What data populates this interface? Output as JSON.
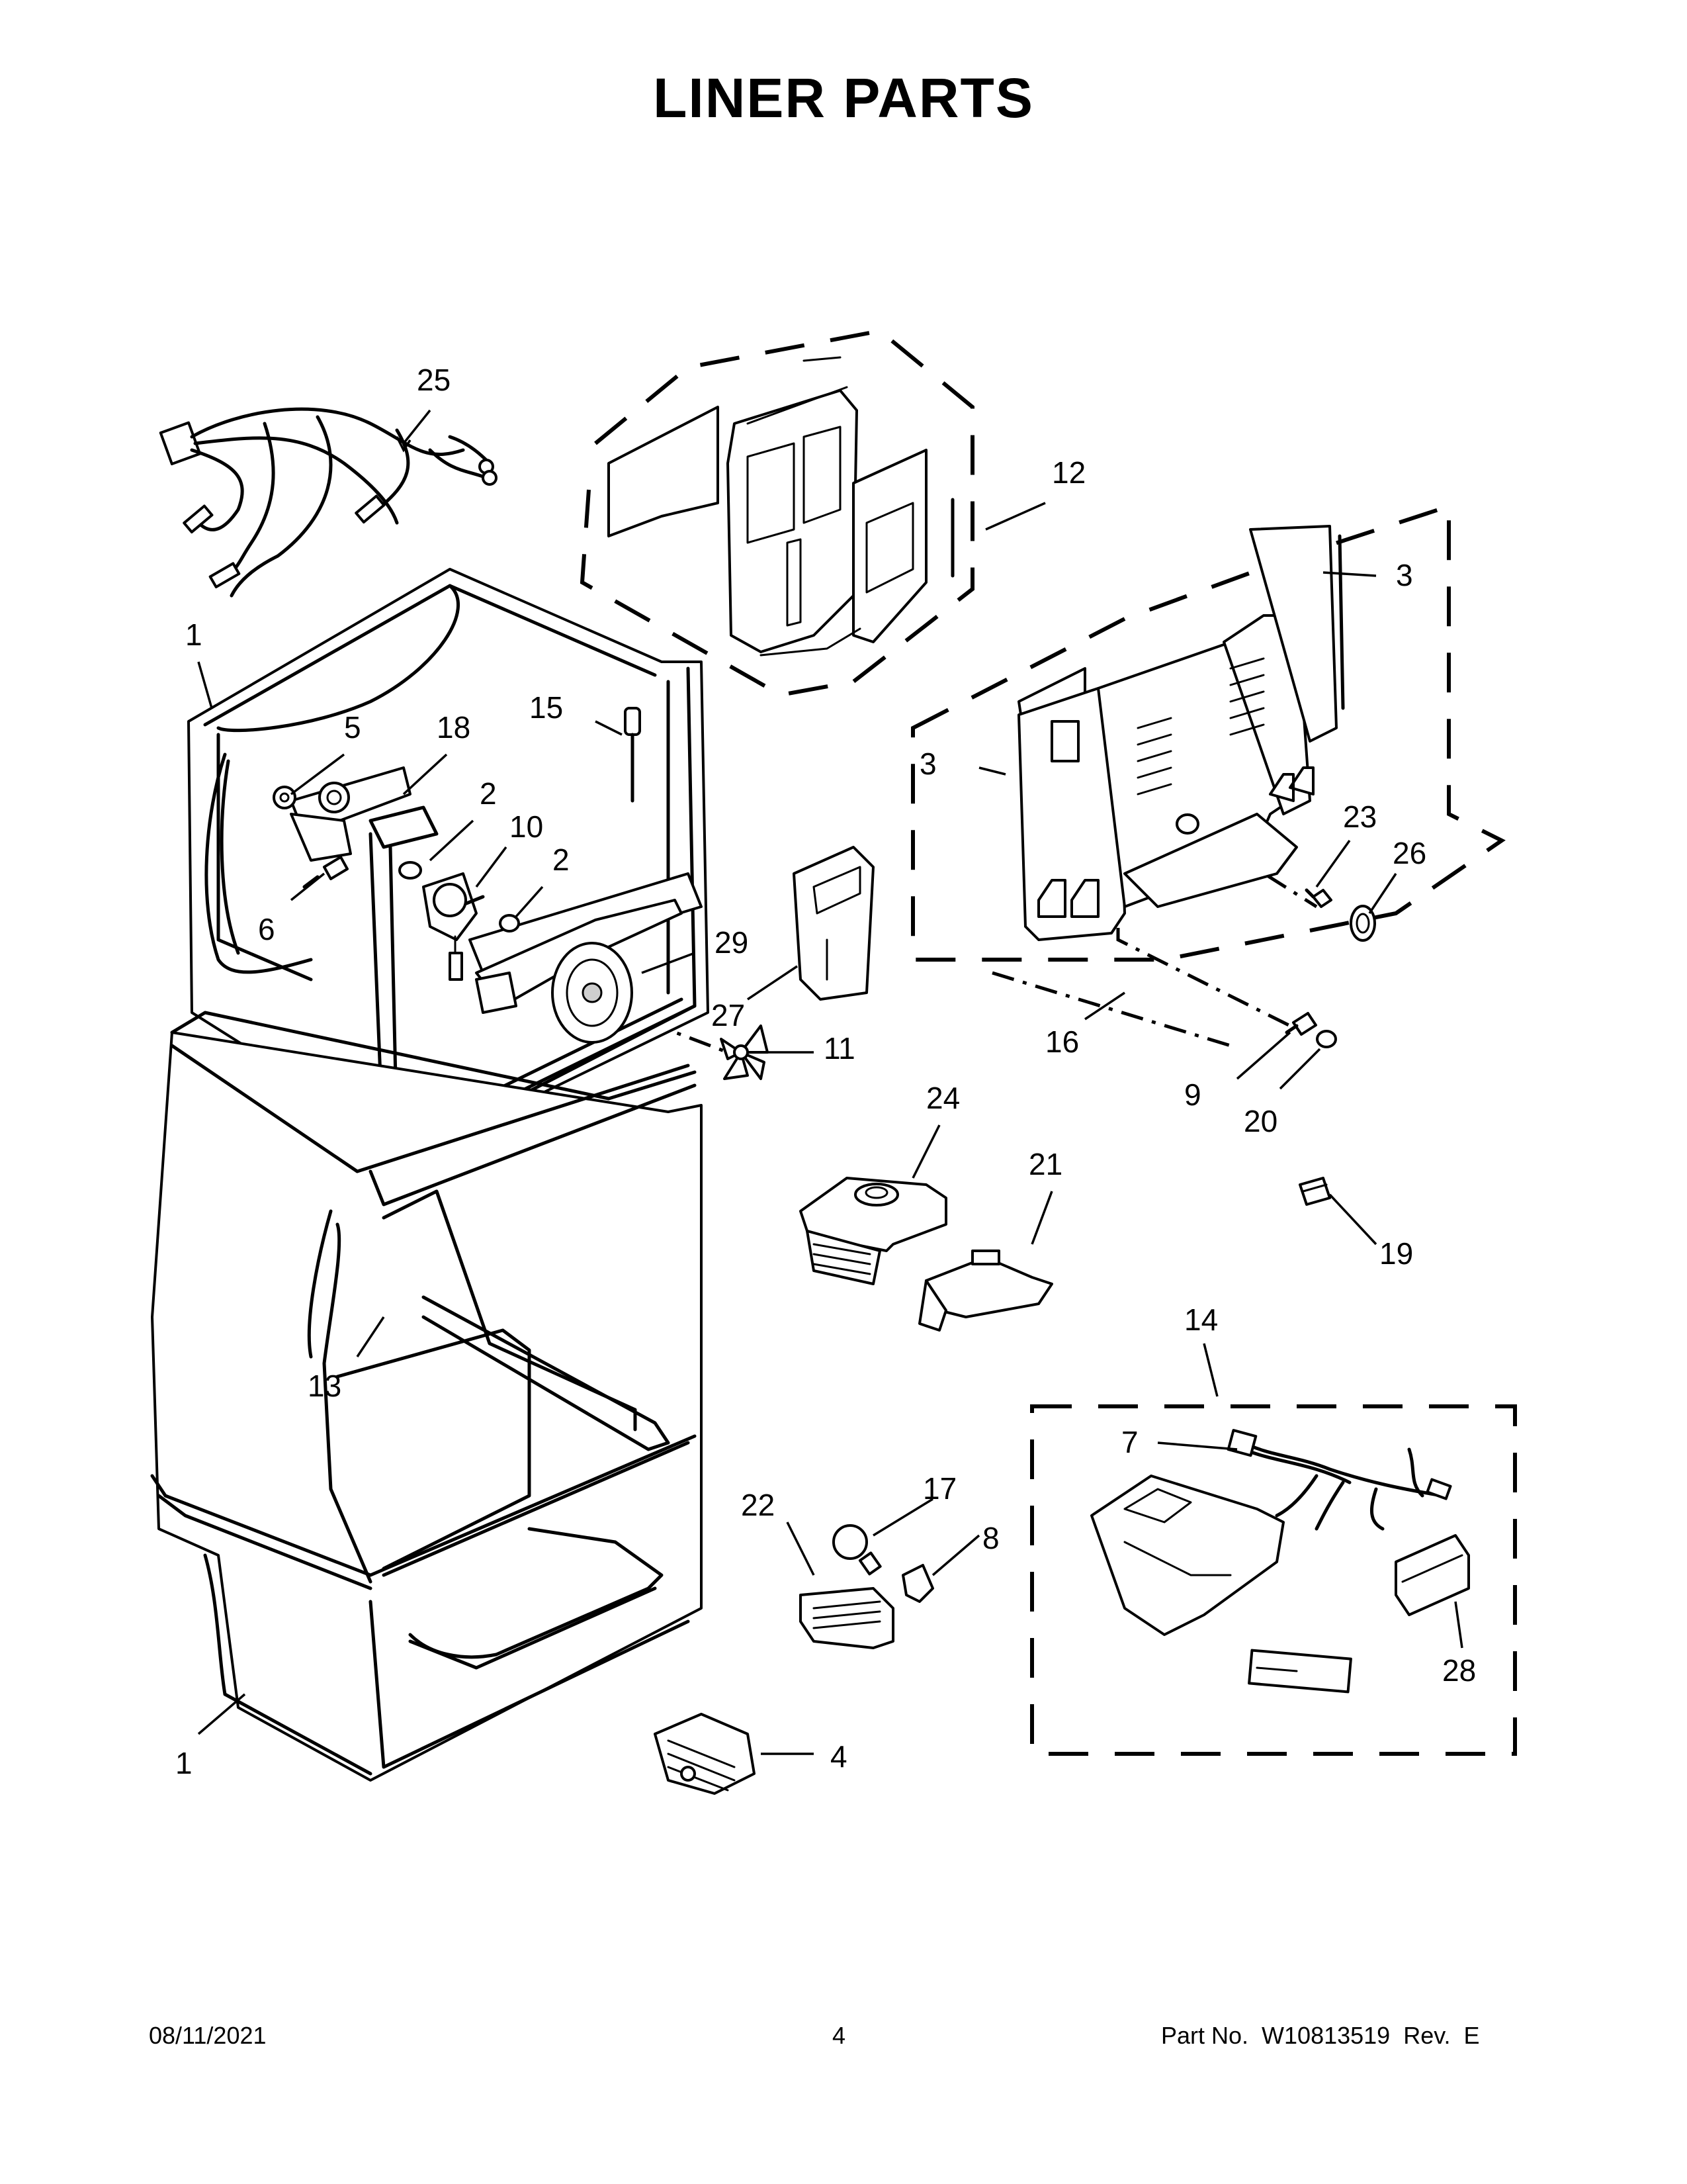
{
  "title": "LINER PARTS",
  "footer": {
    "date": "08/11/2021",
    "page": "4",
    "part_no": "Part No.  W10813519  Rev.  E"
  },
  "callouts": [
    {
      "id": "c25",
      "label": "25"
    },
    {
      "id": "c12",
      "label": "12"
    },
    {
      "id": "c3a",
      "label": "3"
    },
    {
      "id": "c3b",
      "label": "3"
    },
    {
      "id": "c1a",
      "label": "1"
    },
    {
      "id": "c5",
      "label": "5"
    },
    {
      "id": "c18",
      "label": "18"
    },
    {
      "id": "c15",
      "label": "15"
    },
    {
      "id": "c2a",
      "label": "2"
    },
    {
      "id": "c10",
      "label": "10"
    },
    {
      "id": "c2b",
      "label": "2"
    },
    {
      "id": "c6",
      "label": "6"
    },
    {
      "id": "c29",
      "label": "29"
    },
    {
      "id": "c27",
      "label": "27"
    },
    {
      "id": "c11",
      "label": "11"
    },
    {
      "id": "c23",
      "label": "23"
    },
    {
      "id": "c26",
      "label": "26"
    },
    {
      "id": "c16",
      "label": "16"
    },
    {
      "id": "c9",
      "label": "9"
    },
    {
      "id": "c20",
      "label": "20"
    },
    {
      "id": "c24",
      "label": "24"
    },
    {
      "id": "c21",
      "label": "21"
    },
    {
      "id": "c19",
      "label": "19"
    },
    {
      "id": "c14",
      "label": "14"
    },
    {
      "id": "c13",
      "label": "13"
    },
    {
      "id": "c7",
      "label": "7"
    },
    {
      "id": "c22",
      "label": "22"
    },
    {
      "id": "c17",
      "label": "17"
    },
    {
      "id": "c8",
      "label": "8"
    },
    {
      "id": "c28",
      "label": "28"
    },
    {
      "id": "c1b",
      "label": "1"
    },
    {
      "id": "c4",
      "label": "4"
    }
  ]
}
